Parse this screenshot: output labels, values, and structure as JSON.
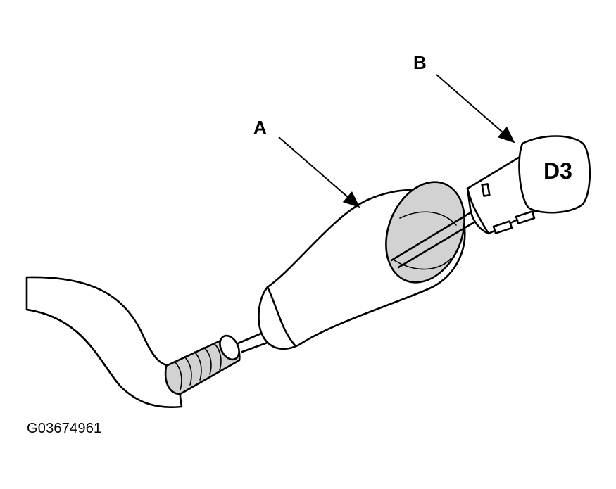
{
  "labels": {
    "a": "A",
    "b": "B"
  },
  "connector": {
    "marking": "D3"
  },
  "figure_id": "G03674961",
  "colors": {
    "line": "#000000",
    "background": "#ffffff",
    "shade": "#d2d2d2"
  }
}
